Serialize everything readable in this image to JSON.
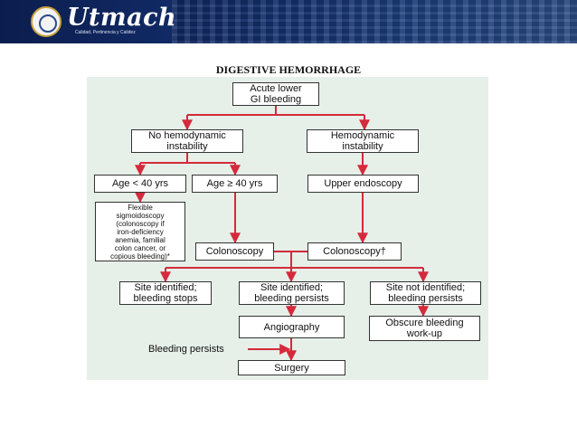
{
  "header": {
    "brand": "Utmach",
    "tagline": "Calidad, Pertinencia y Calidez"
  },
  "title": "DIGESTIVE HEMORRHAGE",
  "nodes": {
    "start": "Acute lower\nGI bleeding",
    "no_instability": "No hemodynamic\ninstability",
    "instability": "Hemodynamic\ninstability",
    "age_lt40": "Age < 40 yrs",
    "age_ge40": "Age  ≥ 40 yrs",
    "upper_endoscopy": "Upper endoscopy",
    "flex_sig": "Flexible\nsigmoidoscopy\n(colonoscopy if\niron-deficiency\nanemia, familial\ncolon cancer, or\ncopious bleeding)*",
    "colonoscopy_left": "Colonoscopy",
    "colonoscopy_right": "Colonoscopy†",
    "site_stops": "Site identified;\nbleeding stops",
    "site_persists": "Site identified;\nbleeding persists",
    "site_not_identified": "Site not identified;\nbleeding persists",
    "angiography": "Angiography",
    "obscure_workup": "Obscure bleeding\nwork-up",
    "surgery": "Surgery",
    "bleeding_persists_label": "Bleeding persists"
  },
  "colors": {
    "arrow": "#d42a3c",
    "panel": "#e6efe8",
    "banner": "#132e6d"
  }
}
